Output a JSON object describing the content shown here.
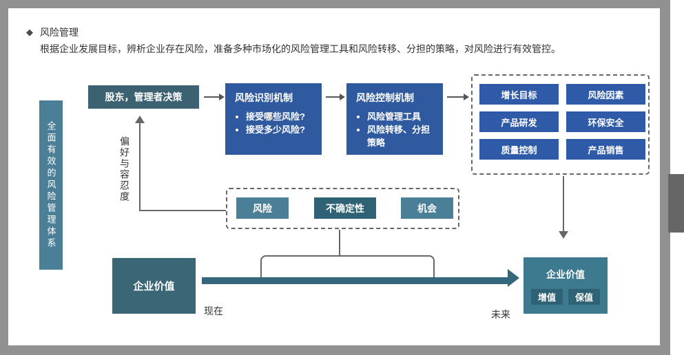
{
  "header": {
    "bullet": "◆",
    "title": "风险管理",
    "description": "根据企业发展目标，辨析企业存在风险，准备多种市场化的风险管理工具和风险转移、分担的策略，对风险进行有效管控。"
  },
  "left_bar": {
    "label": "全面有效的风险管理体系"
  },
  "flow": {
    "decision_box": "股东，管理者决策",
    "identify_box": {
      "title": "风险识别机制",
      "bullets": [
        "接受哪些风险?",
        "接受多少风险?"
      ]
    },
    "control_box": {
      "title": "风险控制机制",
      "bullets": [
        "风险管理工具",
        "风险转移、分担策略"
      ]
    }
  },
  "business_areas": [
    "增长目标",
    "风险因素",
    "产品研发",
    "环保安全",
    "质量控制",
    "产品销售"
  ],
  "uncertainty_group": {
    "risk": "风险",
    "uncertainty": "不确定性",
    "opportunity": "机会"
  },
  "preference_label": "偏好与容忍度",
  "timeline": {
    "now": "现在",
    "future": "未来"
  },
  "value_now": {
    "label": "企业价值"
  },
  "value_future": {
    "title": "企业价值",
    "tags": [
      "增值",
      "保值"
    ]
  },
  "colors": {
    "slide_border": "#919191",
    "scrollbar_thumb": "#666666",
    "blue_box": "#2f5aa0",
    "teal_dark_box": "#3c6272",
    "teal_bar": "#4a7f97",
    "teal_uncertainty": "#2e6274",
    "teal_value_future": "#3d7a90",
    "timeline_arrow": "#34677c",
    "connector_gray": "#666666",
    "text": "#333333"
  }
}
